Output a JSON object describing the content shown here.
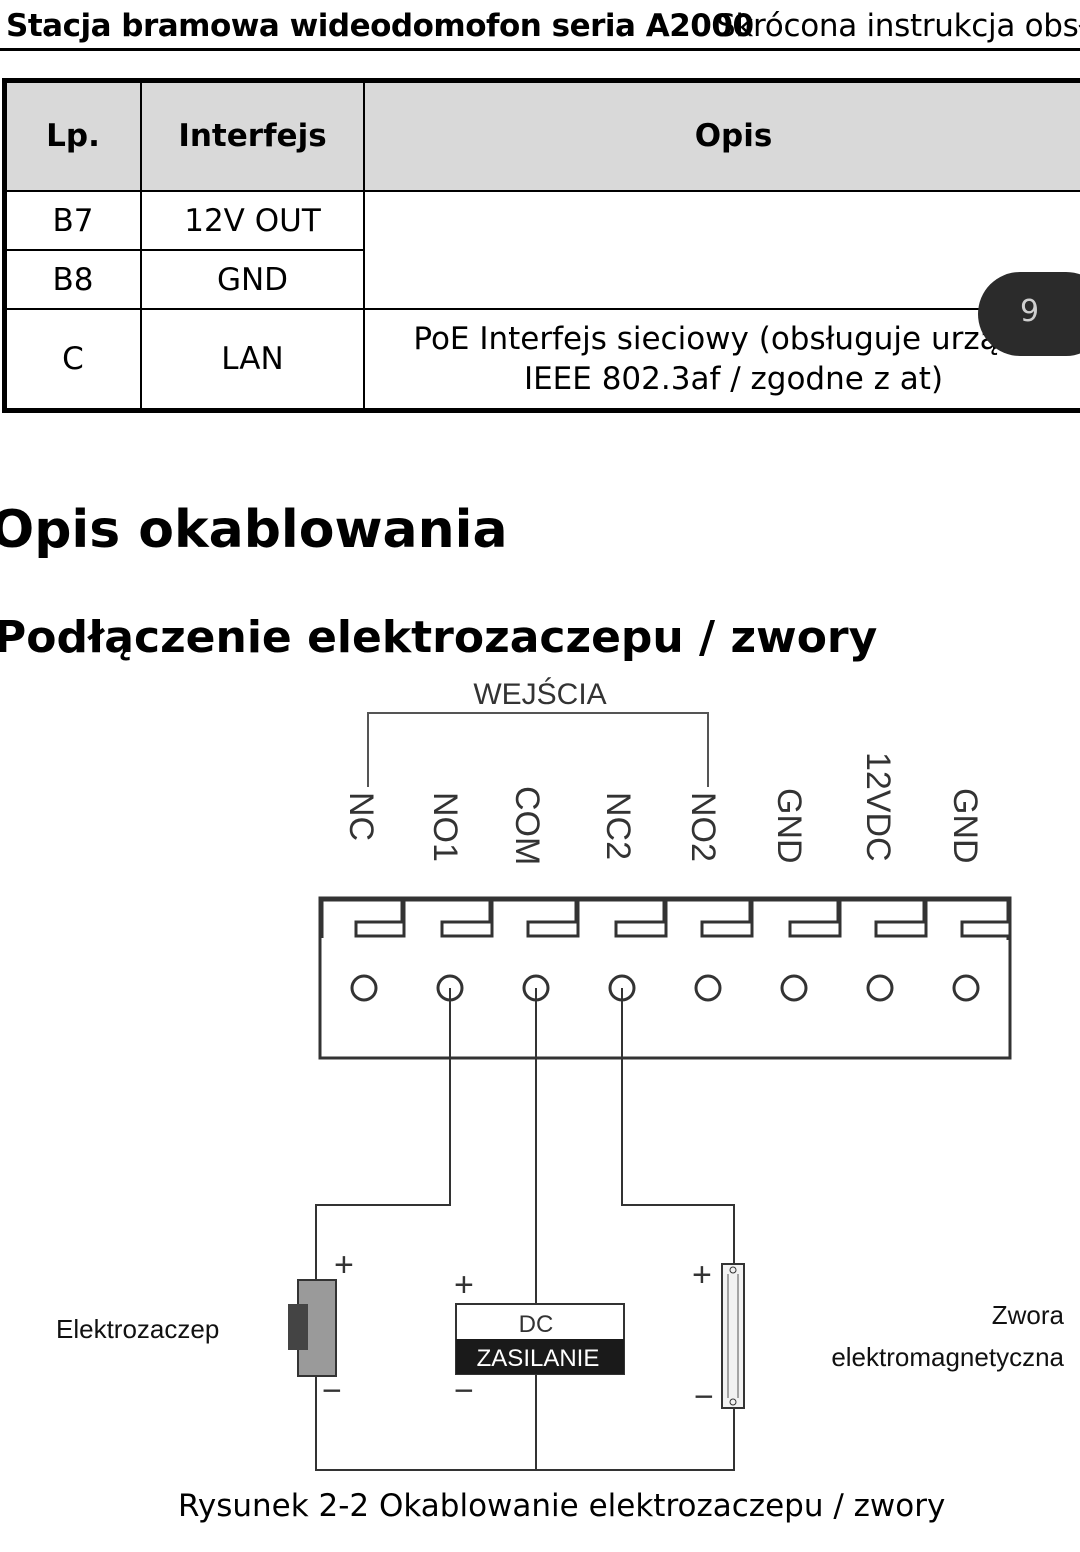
{
  "header": {
    "title": "Stacja bramowa wideodomofon seria A2000",
    "subtitle": "Skrócona instrukcja obsłu"
  },
  "table": {
    "headers": [
      "Lp.",
      "Interfejs",
      "Opis"
    ],
    "rows": [
      {
        "lp": "B7",
        "interface": "12V OUT",
        "desc": ""
      },
      {
        "lp": "B8",
        "interface": "GND",
        "desc": ""
      },
      {
        "lp": "C",
        "interface": "LAN",
        "desc_line1": "PoE Interfejs sieciowy (obsługuje urządze",
        "desc_line2": "IEEE 802.3af / zgodne z at)"
      }
    ]
  },
  "page_number": "9",
  "section_title": "Opis okablowania",
  "subsection_title": "Podłączenie elektrozaczepu / zwory",
  "diagram": {
    "inputs_label": "WEJŚCIA",
    "terminals": [
      "NC",
      "NO1",
      "COM",
      "NC2",
      "NO2",
      "GND",
      "12VDC",
      "GND"
    ],
    "lock_label": "Elektrozaczep",
    "power_label_top": "DC",
    "power_label_bottom": "ZASILANIE",
    "magnet_label_line1": "Zwora",
    "magnet_label_line2": "elektromagnetyczna",
    "plus": "+",
    "minus": "−"
  },
  "caption": "Rysunek 2-2 Okablowanie elektrozaczepu / zwory"
}
